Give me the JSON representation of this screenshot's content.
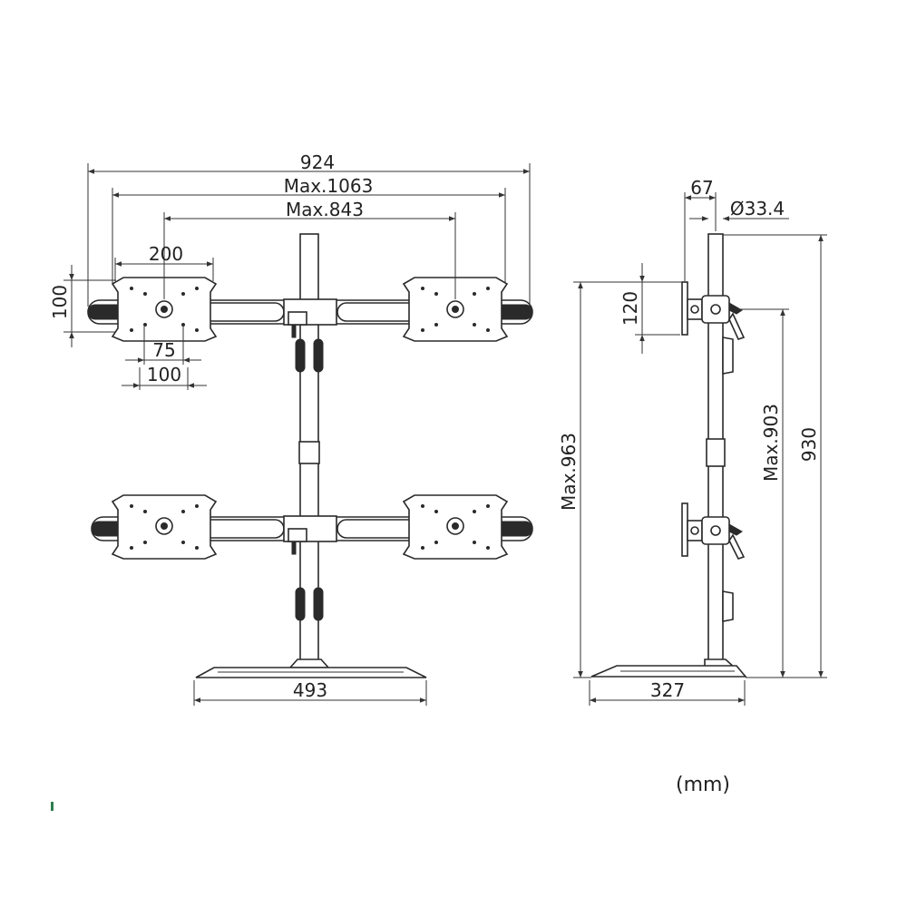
{
  "front_view": {
    "overall_width": "924",
    "max_arm_span": "Max.1063",
    "max_mount_span": "Max.843",
    "vesa_max_width": "200",
    "vesa_max_height": "100",
    "vesa_small_1": "75",
    "vesa_small_2": "100",
    "base_width": "493"
  },
  "side_view": {
    "arm_offset": "67",
    "pole_diameter": "Ø33.4",
    "plate_height": "120",
    "max_total_height": "Max.963",
    "max_mount_height": "Max.903",
    "pole_height": "930",
    "base_depth": "327"
  },
  "units": "(mm)",
  "colors": {
    "line": "#333333",
    "background": "#ffffff",
    "corner_mark": "#2e7d4f"
  }
}
